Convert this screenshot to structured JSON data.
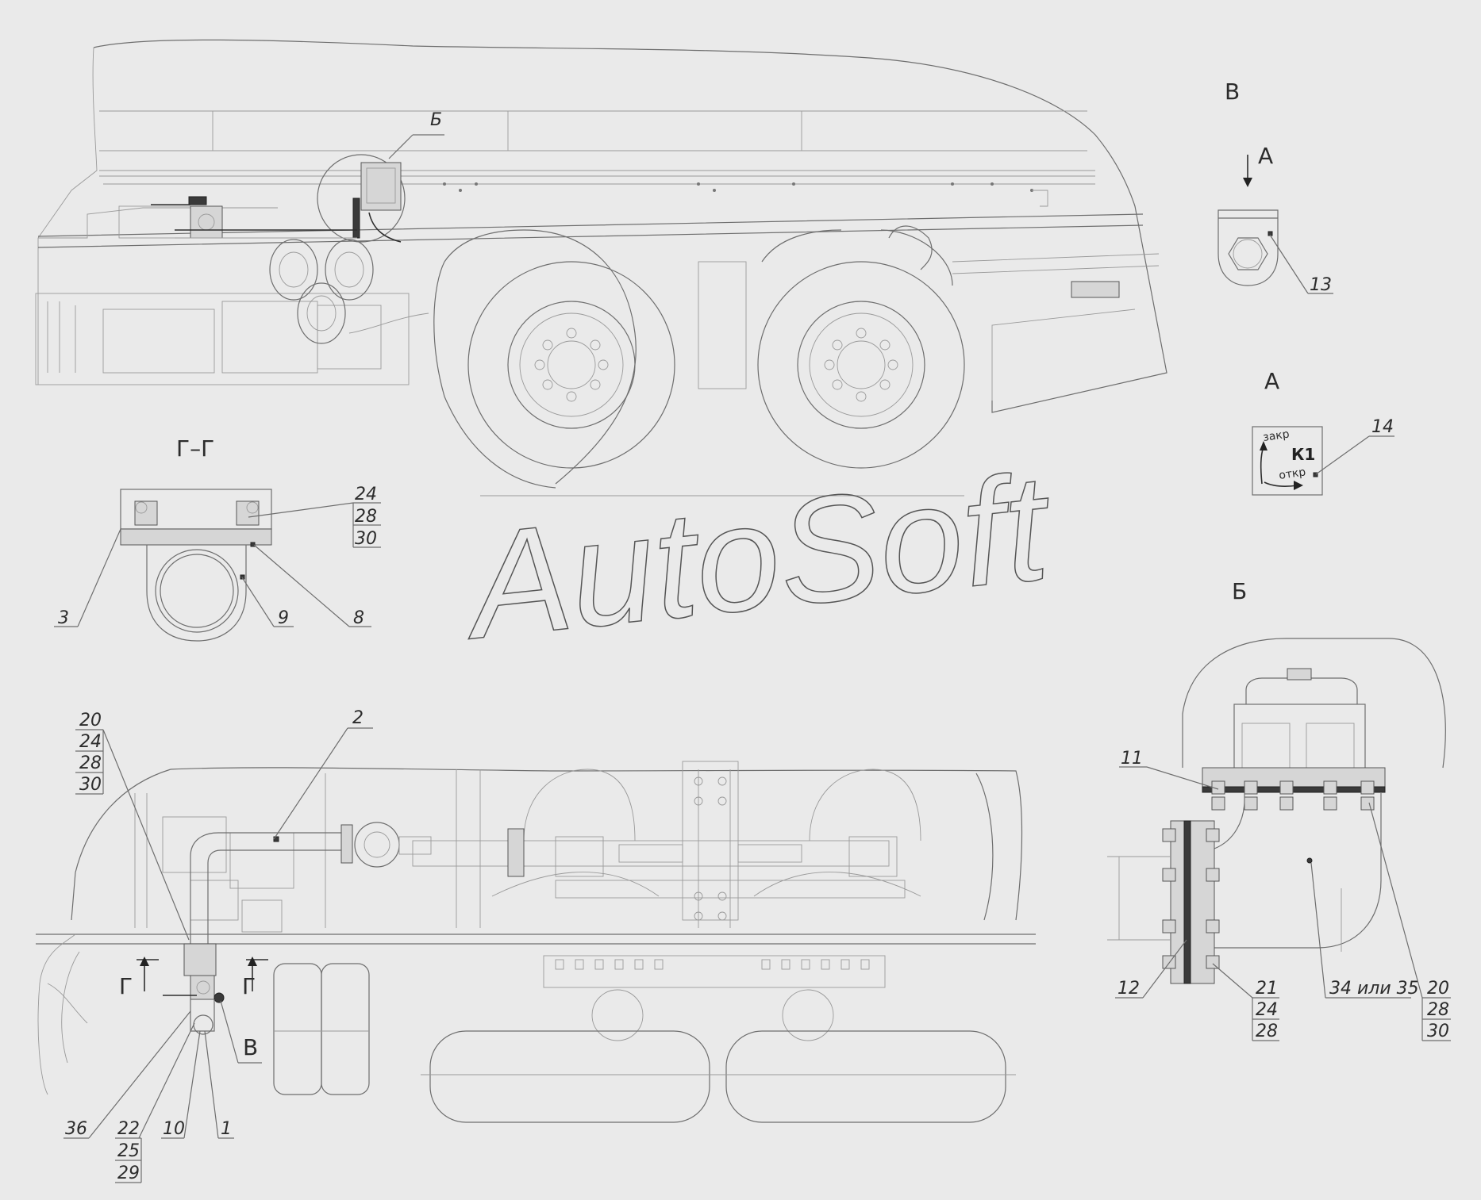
{
  "watermark": "AutoSoft",
  "views": {
    "B_cyr": "Б",
    "V": "В",
    "A": "А",
    "GG": "Г–Г",
    "G": "Г"
  },
  "plate": {
    "code": "К1",
    "closed": "закр",
    "open": "откр"
  },
  "callouts": {
    "c1": "1",
    "c2": "2",
    "c3": "3",
    "c8": "8",
    "c9": "9",
    "c10": "10",
    "c11": "11",
    "c12": "12",
    "c13": "13",
    "c14": "14",
    "c20": "20",
    "c21": "21",
    "c22": "22",
    "c24": "24",
    "c25": "25",
    "c28": "28",
    "c29": "29",
    "c30": "30",
    "c36": "36",
    "c34_35": "34 или 35"
  }
}
